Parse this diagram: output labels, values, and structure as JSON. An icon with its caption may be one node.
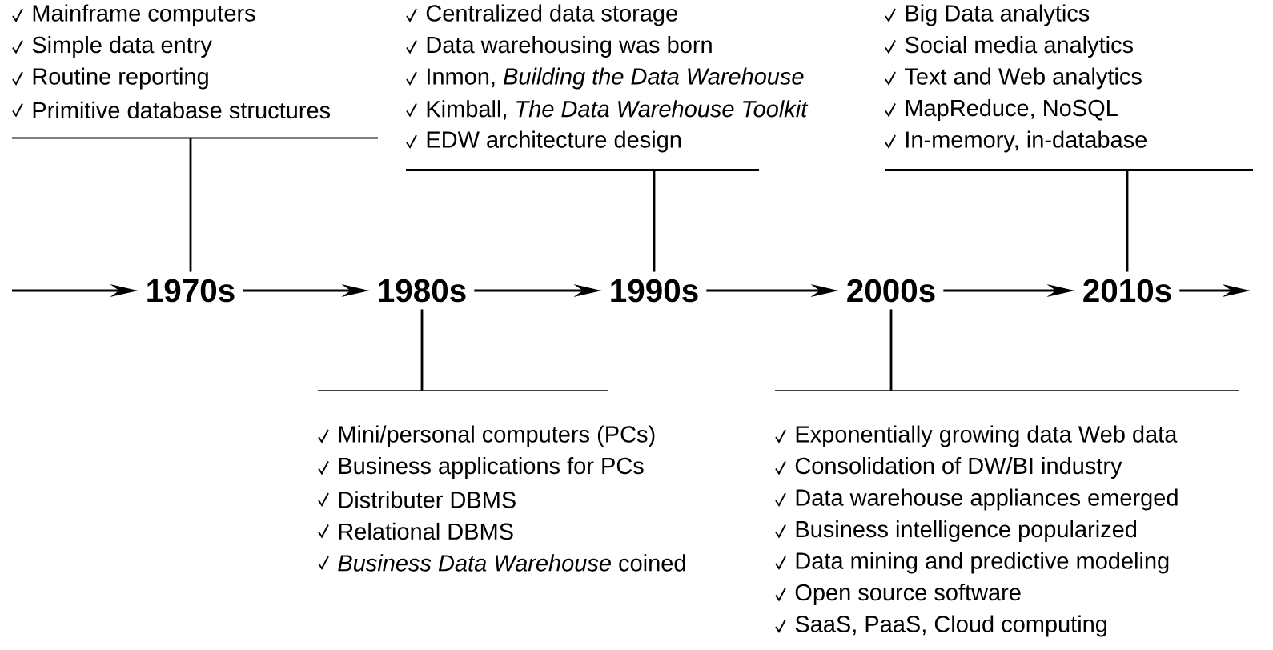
{
  "diagram": {
    "nodes": [
      {
        "text": [
          "Mainframe computers",
          "Simple data entry",
          "Routine reporting",
          "Primitive database structures"
        ]
      },
      {
        "text": [
          "Centralized data storage",
          "Data warehousing was born",
          "Inmon, *Building the Data Warehouse*",
          "Kimball, *The Data Warehouse Toolkit*",
          "EDW architecture design"
        ]
      },
      {
        "text": [
          "Big Data analytics",
          "Social media analytics",
          "Text and Web analytics",
          "MapReduce, NoSQL",
          "In-memory, in-database"
        ]
      },
      {
        "text": [
          "1970s"
        ]
      },
      {
        "text": [
          "1980s"
        ]
      },
      {
        "text": [
          "1990s"
        ]
      },
      {
        "text": [
          "2000s"
        ]
      },
      {
        "text": [
          "2010s"
        ]
      },
      {
        "text": [
          "Mini/personal computers (PCs)",
          "Business applications for PCs",
          "Distributer DBMS",
          "Relational DBMS",
          "*Business Data Warehouse* coined"
        ]
      },
      {
        "text": [
          "Exponentially growing data Web data",
          "Consolidation of DW/BI industry",
          "Data warehouse appliances emerged",
          "Business intelligence popularized",
          "Data mining and predictive modeling",
          "Open source software",
          "SaaS, PaaS, Cloud computing"
        ]
      }
    ],
    "edges": [
      {
        "from": null,
        "to": 3,
        "arrow": "to"
      },
      {
        "from": 3,
        "to": 4,
        "arrow": "to"
      },
      {
        "from": 4,
        "to": 5,
        "arrow": "to"
      },
      {
        "from": 5,
        "to": 6,
        "arrow": "to"
      },
      {
        "from": 6,
        "to": 7,
        "arrow": "to"
      },
      {
        "from": 7,
        "to": null,
        "arrow": "to"
      },
      {
        "from": 3,
        "to": 0,
        "arrow": "none"
      },
      {
        "from": 5,
        "to": 1,
        "arrow": "none"
      },
      {
        "from": 7,
        "to": 2,
        "arrow": "none"
      },
      {
        "from": 4,
        "to": 8,
        "arrow": "none"
      },
      {
        "from": 6,
        "to": 9,
        "arrow": "none"
      }
    ]
  }
}
